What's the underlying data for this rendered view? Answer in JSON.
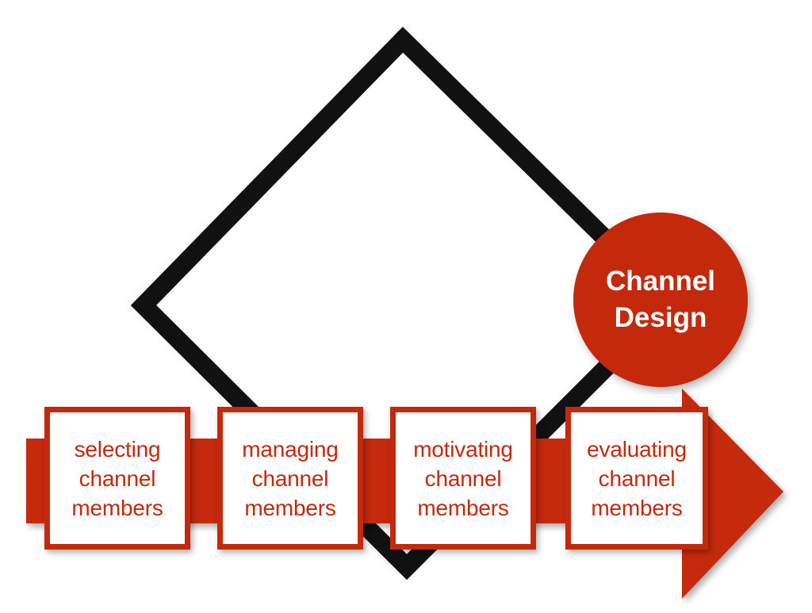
{
  "diagram": {
    "title": "Channel Design process flow",
    "colors": {
      "accent_red": "#C5290C",
      "outline_black": "#111111",
      "box_fill": "#FFFFFF",
      "page_background": "#FFFFFF"
    },
    "center_node": {
      "shape": "circle",
      "label": "Channel\nDesign",
      "text_color": "#FFFFFF",
      "fill": "#C5290C"
    },
    "backdrop_shapes": [
      {
        "name": "diamond-outline",
        "shape": "diamond",
        "stroke": "#111111",
        "fill": "none"
      },
      {
        "name": "process-arrow",
        "shape": "right-arrow",
        "fill": "#C5290C"
      }
    ],
    "steps": [
      {
        "id": "selecting",
        "label": "selecting\nchannel\nmembers"
      },
      {
        "id": "managing",
        "label": "managing\nchannel\nmembers"
      },
      {
        "id": "motivating",
        "label": "motivating\nchannel\nmembers"
      },
      {
        "id": "evaluating",
        "label": "evaluating\nchannel\nmembers"
      }
    ]
  }
}
